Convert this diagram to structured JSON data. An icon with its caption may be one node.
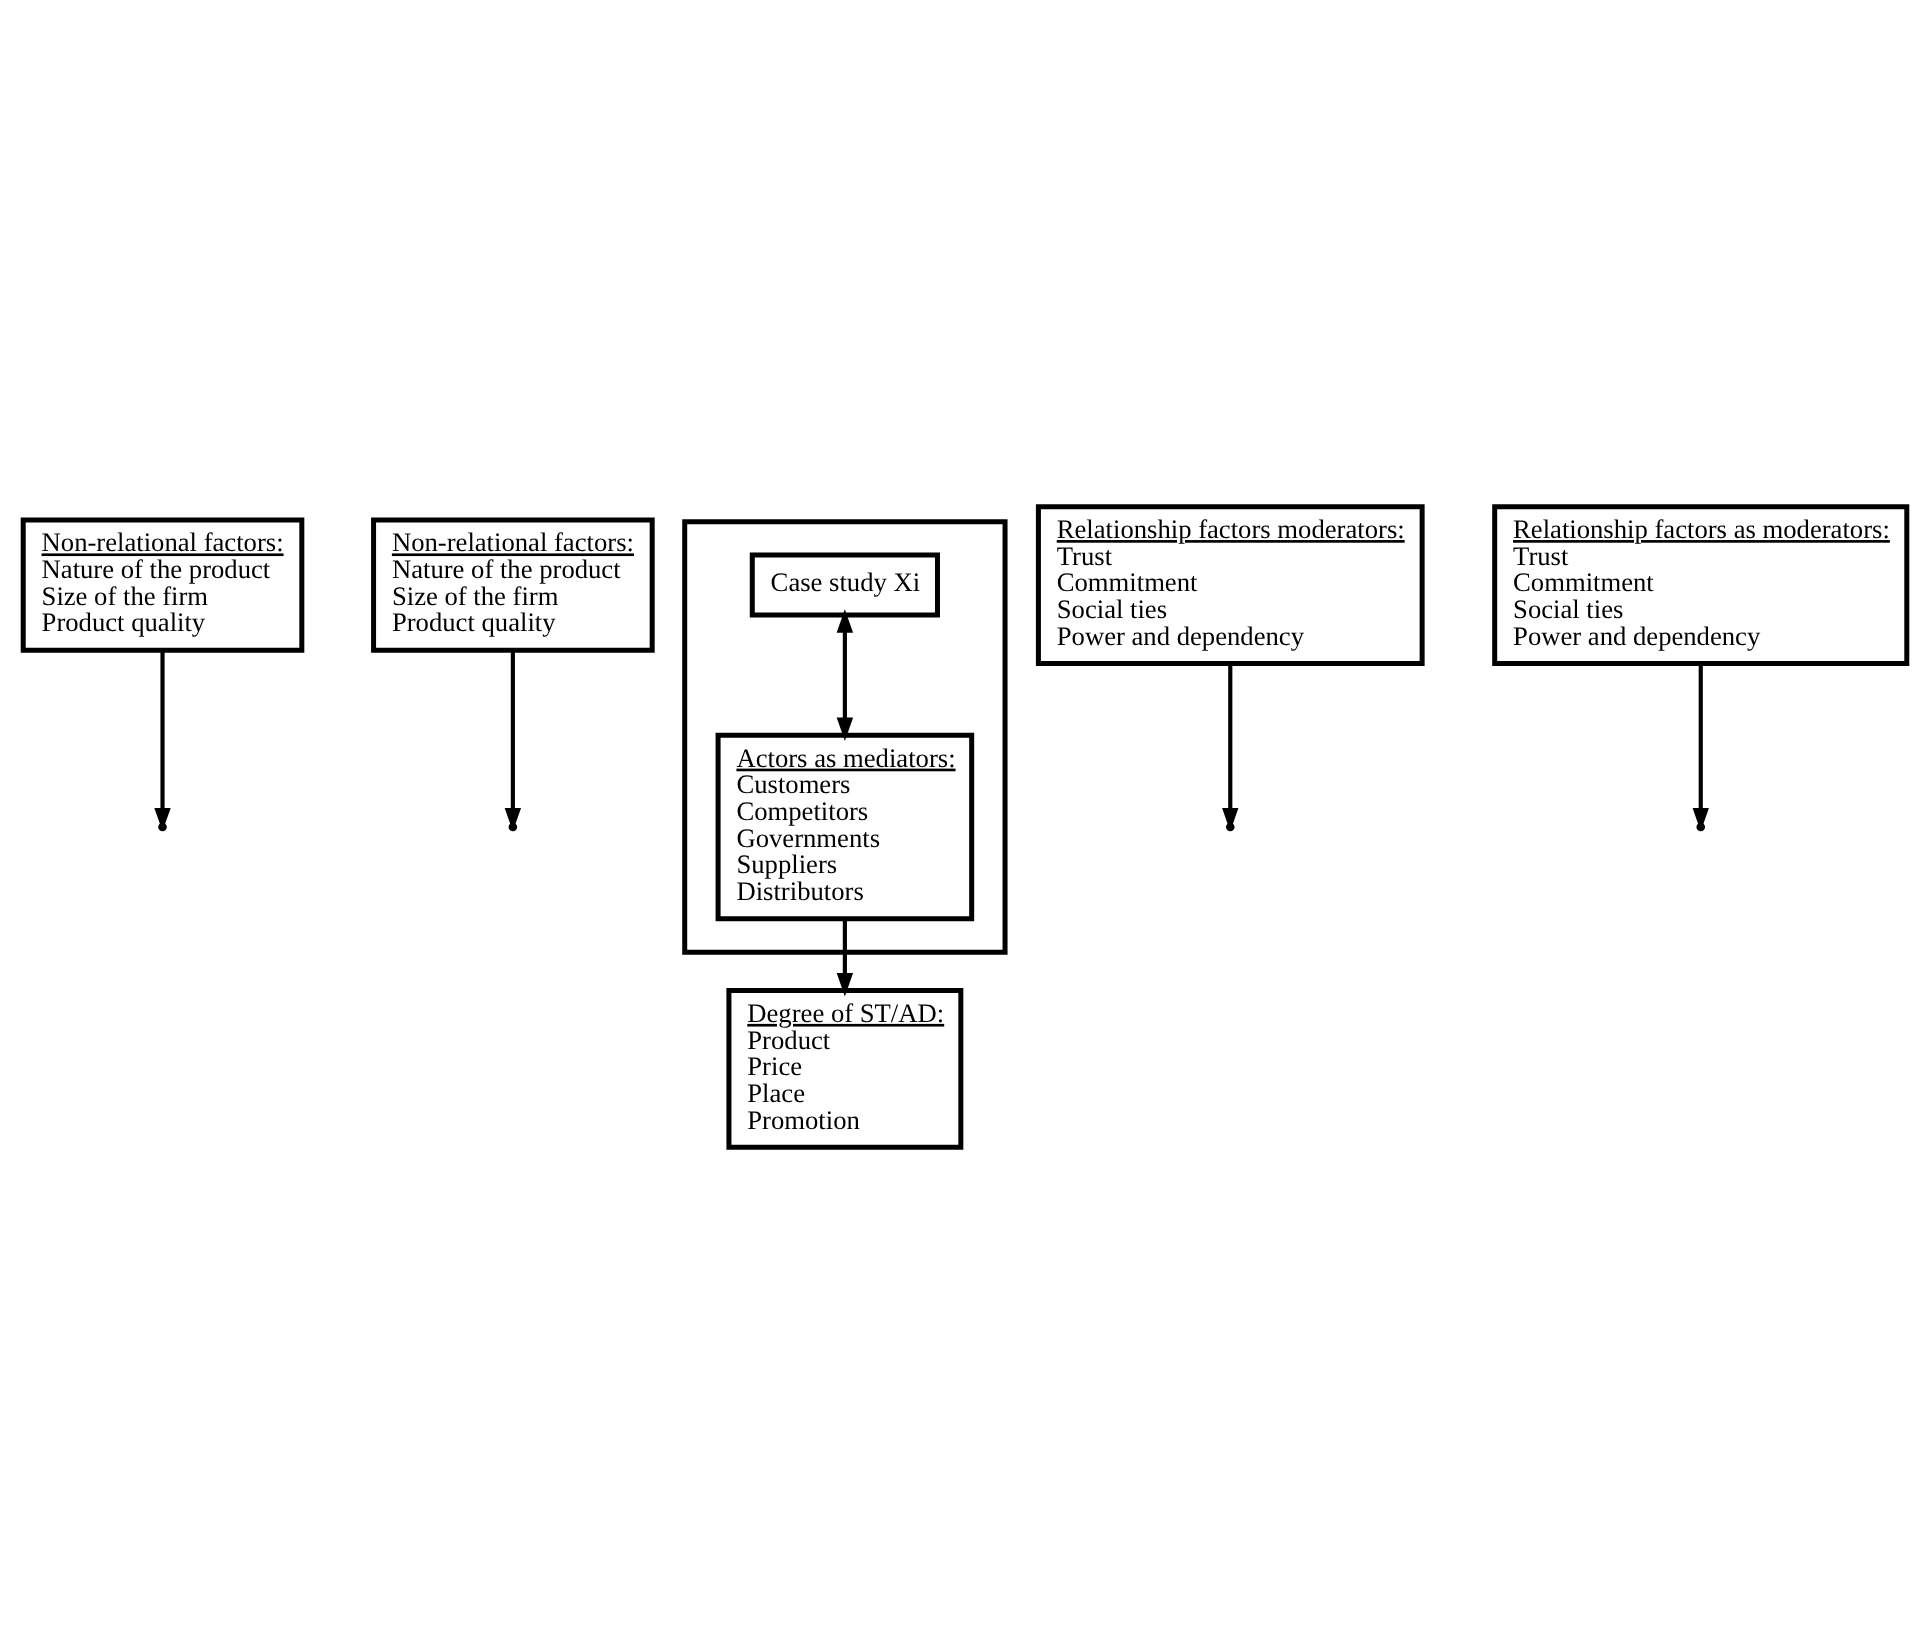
{
  "diagram": {
    "nodes": [
      {
        "text": [
          "Non-relational factors:",
          "Nature of the product",
          "Size of the firm",
          "Product quality"
        ]
      },
      {
        "text": [
          "Non-relational factors:",
          "Nature of the product",
          "Size of the firm",
          "Product quality"
        ]
      },
      {
        "text": [],
        "shape": "box"
      },
      {
        "text": [
          "Case study Xi"
        ],
        "in": 2
      },
      {
        "text": [
          "Actors as mediators:",
          "Customers",
          "Competitors",
          "Governments",
          "Suppliers",
          "Distributors"
        ],
        "in": 2
      },
      {
        "text": [
          "Degree of ST/AD:",
          "Product",
          "Price",
          "Place",
          "Promotion"
        ]
      },
      {
        "text": [
          "Relationship factors moderators:",
          "Trust",
          "Commitment",
          "Social ties",
          "Power and dependency"
        ]
      },
      {
        "text": [
          "Relationship factors as moderators:",
          "Trust",
          "Commitment",
          "Social ties",
          "Power and dependency"
        ]
      }
    ],
    "edges": [
      {
        "from": 3,
        "to": 4,
        "arrow": "both"
      },
      {
        "from": 0,
        "to": null,
        "arrow": "to"
      },
      {
        "from": 6,
        "to": null,
        "arrow": "to"
      },
      {
        "from": 4,
        "to": 5,
        "arrow": "to"
      },
      {
        "from": 1,
        "to": null,
        "arrow": "to"
      },
      {
        "from": 7,
        "to": null,
        "arrow": "to"
      }
    ]
  }
}
